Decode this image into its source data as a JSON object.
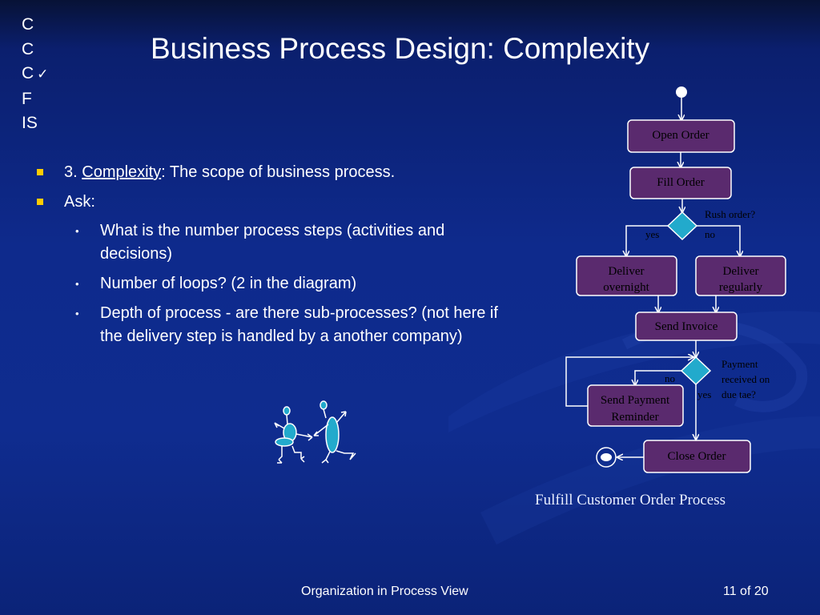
{
  "nav": {
    "letters": [
      "C",
      "C",
      "C",
      "F",
      "IS"
    ],
    "check_glyph": "✓"
  },
  "slide": {
    "title": "Business Process Design: Complexity",
    "bullet1": {
      "prefix": "3. ",
      "term": "Complexity",
      "rest": ": The scope of business process."
    },
    "bullet2": "Ask:",
    "sub_bullets": [
      "What is the number process steps (activities and decisions)",
      "Number of loops? (2 in the diagram)",
      "Depth of process - are there sub-processes? (not here if the delivery step is handled by a another company)"
    ]
  },
  "diagram": {
    "nodes": {
      "open_order": "Open Order",
      "fill_order": "Fill Order",
      "deliver_overnight_1": "Deliver",
      "deliver_overnight_2": "overnight",
      "deliver_regularly_1": "Deliver",
      "deliver_regularly_2": "regularly",
      "send_invoice": "Send Invoice",
      "send_reminder_1": "Send Payment",
      "send_reminder_2": "Reminder",
      "close_order": "Close Order"
    },
    "labels": {
      "rush_order": "Rush order?",
      "yes_1": "yes",
      "no_1": "no",
      "payment_1": "Payment",
      "payment_2": "received on",
      "payment_3": "due tae?",
      "no_2": "no",
      "yes_2": "yes"
    },
    "caption": "Fulfill Customer Order Process"
  },
  "footer": {
    "center": "Organization in Process View",
    "page": "11 of 20"
  },
  "colors": {
    "node_fill": "#5a2a6e",
    "node_stroke": "#ffffff",
    "decision_fill": "#22aacc",
    "bullet_square": "#ffcc00"
  }
}
